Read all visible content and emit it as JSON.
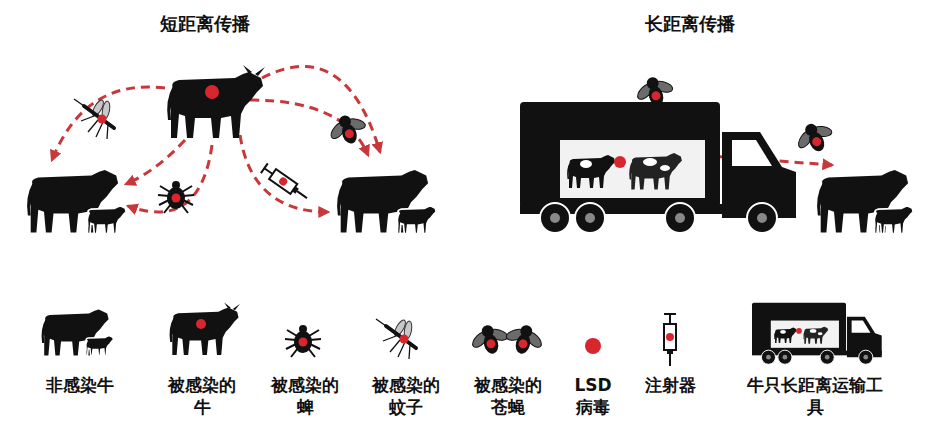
{
  "diagram": {
    "labels": [
      "短距离传播",
      "长距离传播"
    ],
    "legend": [
      {
        "text": "非感染牛"
      },
      {
        "text": "被感染的 牛"
      },
      {
        "text": "被感染的 蜱"
      },
      {
        "text": "被感染的 蚊子"
      },
      {
        "text": "被感染的 苍蝇"
      },
      {
        "text": "LSD 病毒",
        "color": "#d7262e"
      },
      {
        "text": "注射器"
      },
      {
        "text": "牛只长距离运输工 具"
      }
    ]
  }
}
